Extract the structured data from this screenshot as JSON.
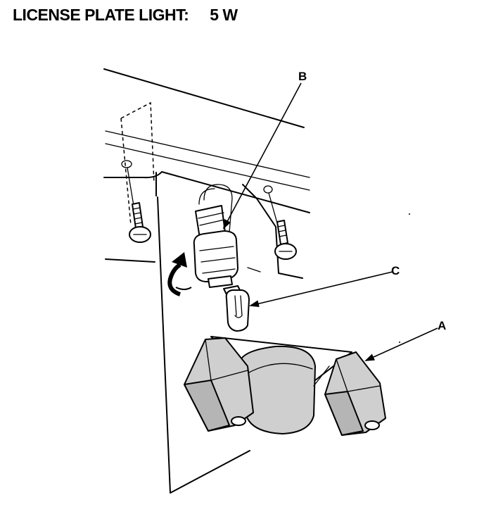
{
  "header": {
    "title": "LICENSE PLATE LIGHT:",
    "wattage": "5 W"
  },
  "callouts": {
    "a": "A",
    "b": "B",
    "c": "C"
  }
}
